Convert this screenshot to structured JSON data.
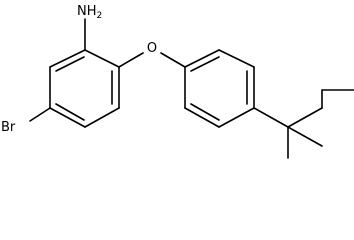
{
  "molecule": {
    "atoms": {
      "amine": {
        "symbol": "NH",
        "subscript": "2"
      },
      "ether_oxygen": {
        "symbol": "O"
      },
      "bromine": {
        "symbol": "Br"
      }
    }
  },
  "colors": {
    "bond": "#000000",
    "text": "#000000",
    "background": "#ffffff"
  }
}
